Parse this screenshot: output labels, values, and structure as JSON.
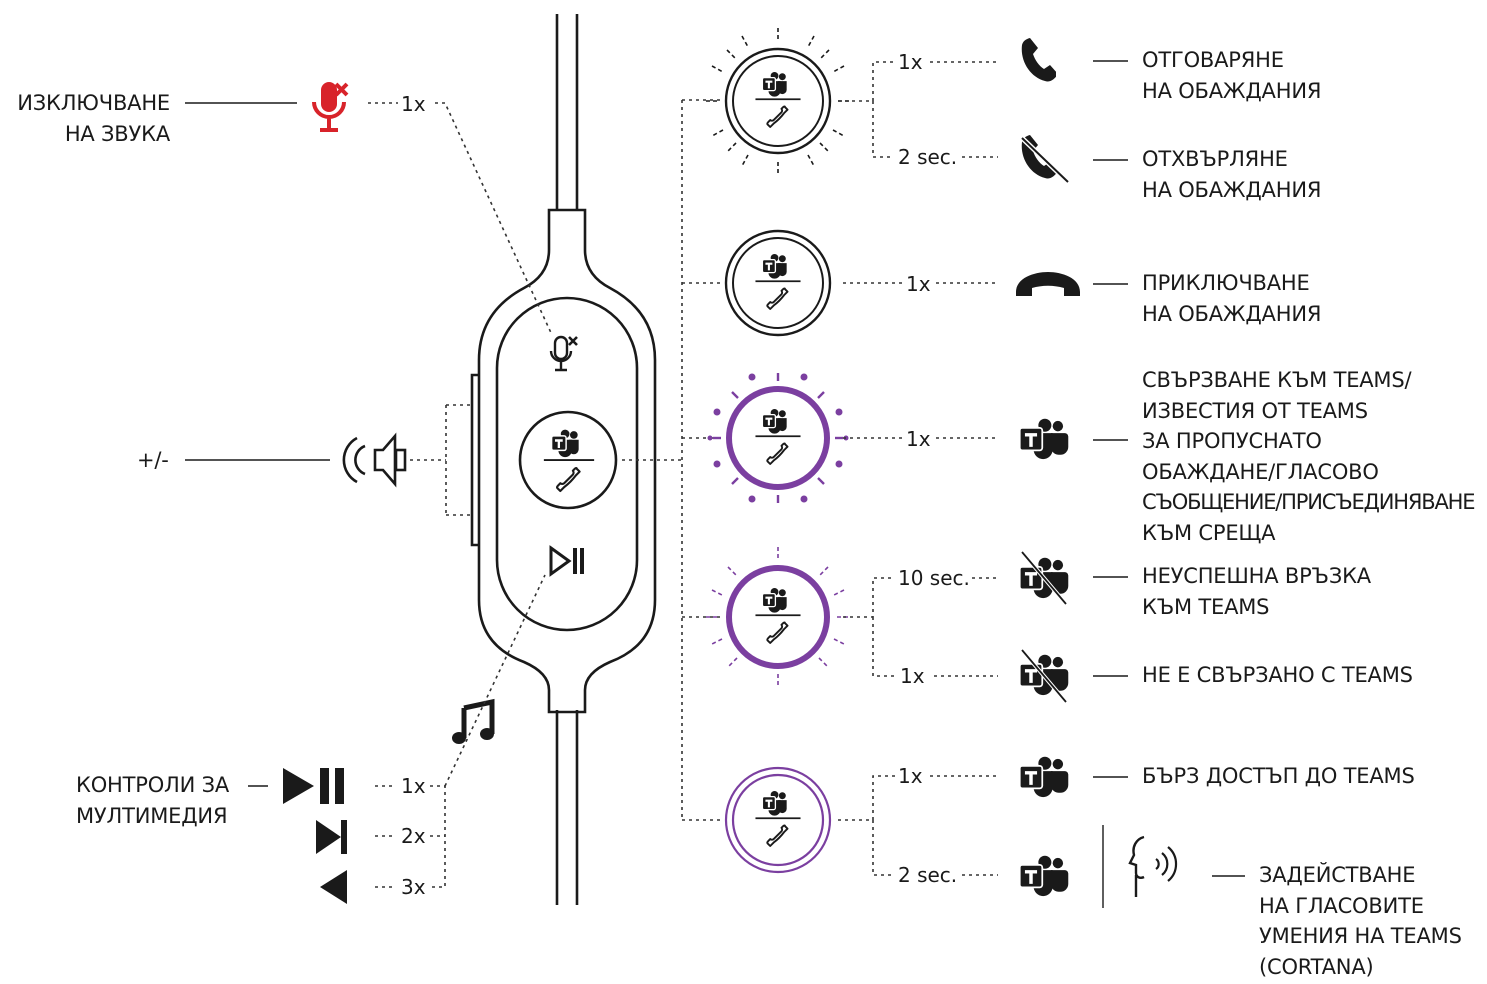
{
  "colors": {
    "line": "#1a1a1a",
    "dotted": "#333333",
    "mute_red": "#d8232a",
    "teams_purple": "#7b3fa0",
    "teams_purple_light": "#a478c0"
  },
  "left": {
    "mute": {
      "label": [
        "ИЗКЛЮЧВАНЕ",
        "НА ЗВУКА"
      ],
      "press": "1x",
      "icon": "muted-mic-icon"
    },
    "volume": {
      "label": "+/-",
      "icon": "speaker-volume-icon"
    },
    "media": {
      "label": [
        "КОНТРОЛИ ЗА",
        "МУЛТИМЕДИЯ"
      ],
      "note_icon": "music-note-icon",
      "rows": [
        {
          "press": "1x",
          "icon": "play-pause-icon"
        },
        {
          "press": "2x",
          "icon": "next-track-icon"
        },
        {
          "press": "3x",
          "icon": "previous-track-icon"
        }
      ]
    }
  },
  "controller": {
    "buttons": [
      {
        "icon": "mute-button-icon"
      },
      {
        "icon": "teams-button-icon"
      },
      {
        "icon": "play-pause-button-icon"
      }
    ]
  },
  "right": {
    "states": [
      {
        "led": "rays-black",
        "actions": [
          {
            "press": "1x",
            "icon": "phone-answer-icon",
            "label": [
              "ОТГОВАРЯНЕ",
              "НА ОБАЖДАНИЯ"
            ]
          },
          {
            "press": "2 sec.",
            "icon": "phone-reject-icon",
            "label": [
              "ОТХВЪРЛЯНЕ",
              "НА ОБАЖДАНИЯ"
            ]
          }
        ]
      },
      {
        "led": "solid-black",
        "actions": [
          {
            "press": "1x",
            "icon": "phone-hangup-icon",
            "label": [
              "ПРИКЛЮЧВАНЕ",
              "НА ОБАЖДАНИЯ"
            ]
          }
        ]
      },
      {
        "led": "pulsing-purple",
        "actions": [
          {
            "press": "1x",
            "icon": "teams-logo-icon",
            "label": [
              "СВЪРЗВАНЕ КЪМ TEAMS/",
              "ИЗВЕСТИЯ ОТ TEAMS",
              "ЗА ПРОПУСНАТО",
              "ОБАЖДАНЕ/ГЛАСОВО",
              "СЪОБЩЕНИЕ/ПРИСЪЕДИНЯВАНЕ",
              "КЪМ СРЕЩА"
            ]
          }
        ]
      },
      {
        "led": "flashing-purple",
        "actions": [
          {
            "press": "10 sec.",
            "icon": "teams-crossed-icon",
            "label": [
              "НЕУСПЕШНА ВРЪЗКА",
              "КЪМ TEAMS"
            ]
          },
          {
            "press": "1x",
            "icon": "teams-crossed-icon",
            "label": [
              "НЕ Е СВЪРЗАНО С TEAMS"
            ]
          }
        ]
      },
      {
        "led": "solid-purple",
        "actions": [
          {
            "press": "1x",
            "icon": "teams-logo-icon",
            "label": [
              "БЪРЗ ДОСТЪП ДО TEAMS"
            ]
          },
          {
            "press": "2 sec.",
            "icon": "teams-logo-icon",
            "extra_icon": "voice-command-icon",
            "label": [
              "ЗАДЕЙСТВАНЕ",
              "НА ГЛАСОВИТЕ",
              "УМЕНИЯ НА TEAMS",
              "(CORTANA)"
            ]
          }
        ]
      }
    ]
  }
}
